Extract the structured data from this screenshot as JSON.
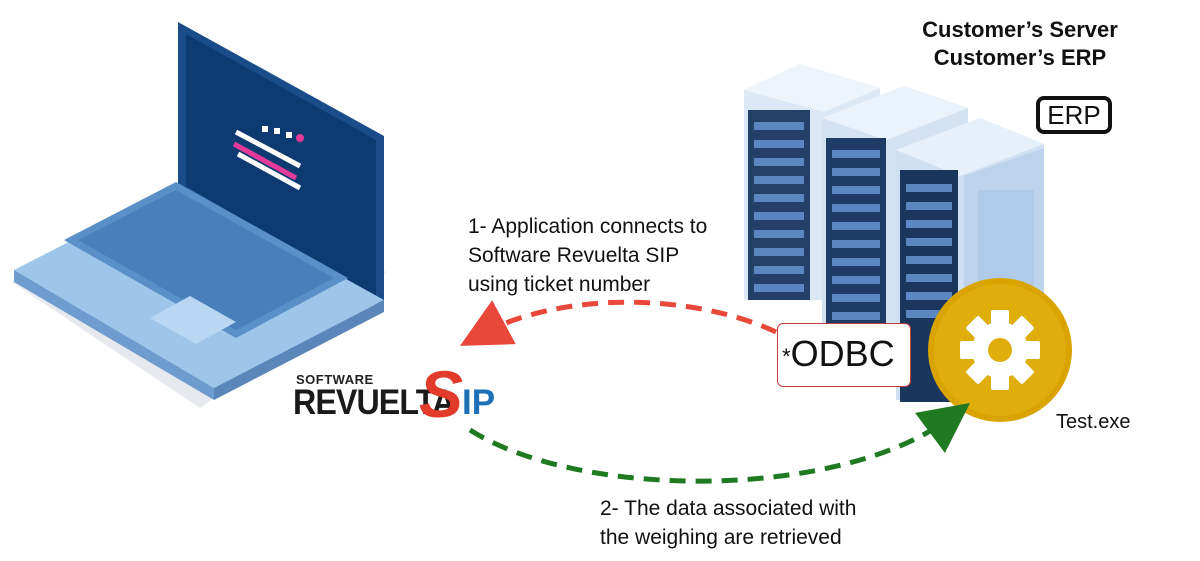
{
  "server": {
    "title_line1": "Customer’s Server",
    "title_line2": "Customer’s ERP",
    "badge": "ERP"
  },
  "steps": {
    "step1_line1": "1- Application connects to",
    "step1_line2": "Software Revuelta SIP",
    "step1_line3": "using ticket number",
    "step2_line1": "2- The data associated with",
    "step2_line2": "the weighing are retrieved"
  },
  "connector": {
    "asterisk": "*",
    "label": "ODBC"
  },
  "app": {
    "label": "Test.exe"
  },
  "brand": {
    "small": "SOFTWARE",
    "main": "REVUELTA",
    "s": "S",
    "ip": "IP"
  },
  "colors": {
    "laptop_body": "#9ec6ea",
    "laptop_screen": "#0e3a72",
    "server_body": "#cfe0f2",
    "server_dark": "#1f3c66",
    "arrow_red": "#e8473a",
    "arrow_green": "#1f7a22",
    "gear_circle": "#d9a400",
    "gear": "#ffffff"
  },
  "icons": [
    "laptop-icon",
    "server-rack-icon",
    "gear-icon",
    "arrow-left-icon",
    "arrow-right-icon"
  ]
}
